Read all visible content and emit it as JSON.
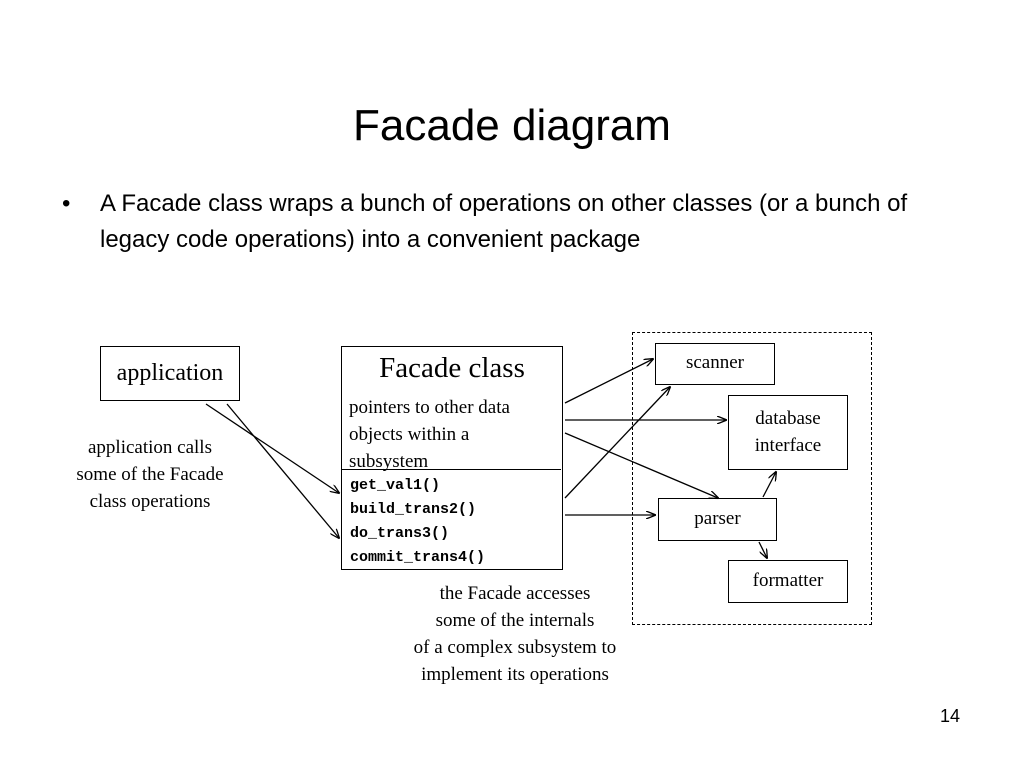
{
  "slide": {
    "title": "Facade diagram",
    "bullet_symbol": "•",
    "bullet_text": "A Facade class wraps a bunch of operations on other classes (or a bunch of legacy code operations) into a convenient package",
    "page_number": "14"
  },
  "diagram": {
    "application": {
      "label": "application"
    },
    "application_caption": [
      "application calls",
      "some of the Facade",
      "class operations"
    ],
    "facade": {
      "title": "Facade class",
      "attributes": [
        "pointers to other data",
        "objects within a",
        "subsystem"
      ],
      "operations": [
        "get_val1()",
        "build_trans2()",
        "do_trans3()",
        "commit_trans4()"
      ]
    },
    "facade_caption": [
      "the Facade accesses",
      "some of the internals",
      "of a complex subsystem to",
      "implement its operations"
    ],
    "subsystem": {
      "scanner": "scanner",
      "database_interface": [
        "database",
        "interface"
      ],
      "parser": "parser",
      "formatter": "formatter"
    }
  }
}
